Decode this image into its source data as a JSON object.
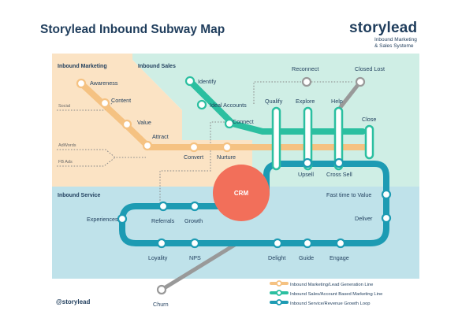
{
  "header": {
    "title": "Storylead Inbound Subway Map",
    "brand": "storylead",
    "tagline_line1": "Inbound Marketing",
    "tagline_line2": "& Sales Systeme"
  },
  "footer": {
    "handle": "@storylead"
  },
  "zones": {
    "marketing": "Inbound Marketing",
    "sales": "Inbound Sales",
    "service": "Inbound Service"
  },
  "sources": {
    "social": "Social",
    "adwords": "AdWords",
    "fb_ads": "FB Ads"
  },
  "hub": {
    "label": "CRM"
  },
  "stations": {
    "awareness": "Awareness",
    "content": "Content",
    "value": "Value",
    "attract": "Attract",
    "convert": "Convert",
    "nurture": "Nurture",
    "identify": "Identify",
    "ideal_accounts": "Ideal Accounts",
    "connect": "Connect",
    "qualify": "Qualify",
    "explore": "Explore",
    "help": "Help",
    "close": "Close",
    "reconnect": "Reconnect",
    "closed_lost": "Closed Lost",
    "upsell": "Upsell",
    "cross_sell": "Cross Sell",
    "fast_time_to_value": "Fast time to Value",
    "deliver": "Deliver",
    "experiences": "Experiences",
    "referrals": "Referrals",
    "growth": "Growth",
    "loyality": "Loyality",
    "nps": "NPS",
    "delight": "Delight",
    "guide": "Guide",
    "engage": "Engage",
    "churn": "Churn"
  },
  "legend": [
    {
      "label": "Inbound Marketing/Lead Generation Line",
      "color": "#f5c282"
    },
    {
      "label": "Inbound Sales/Account Based Marketing Line",
      "color": "#2bbfa0"
    },
    {
      "label": "Inbound Service/Revenue Growth Loop",
      "color": "#1d9bb3"
    }
  ],
  "colors": {
    "marketing_line": "#f5c282",
    "sales_line": "#2bbfa0",
    "service_line": "#1d9bb3",
    "marketing_zone": "#fbe3c4",
    "sales_zone": "#cfeee5",
    "service_zone": "#bfe2ea",
    "hub": "#f26f5a",
    "lost_line": "#999999",
    "text": "#1f3d5c"
  }
}
